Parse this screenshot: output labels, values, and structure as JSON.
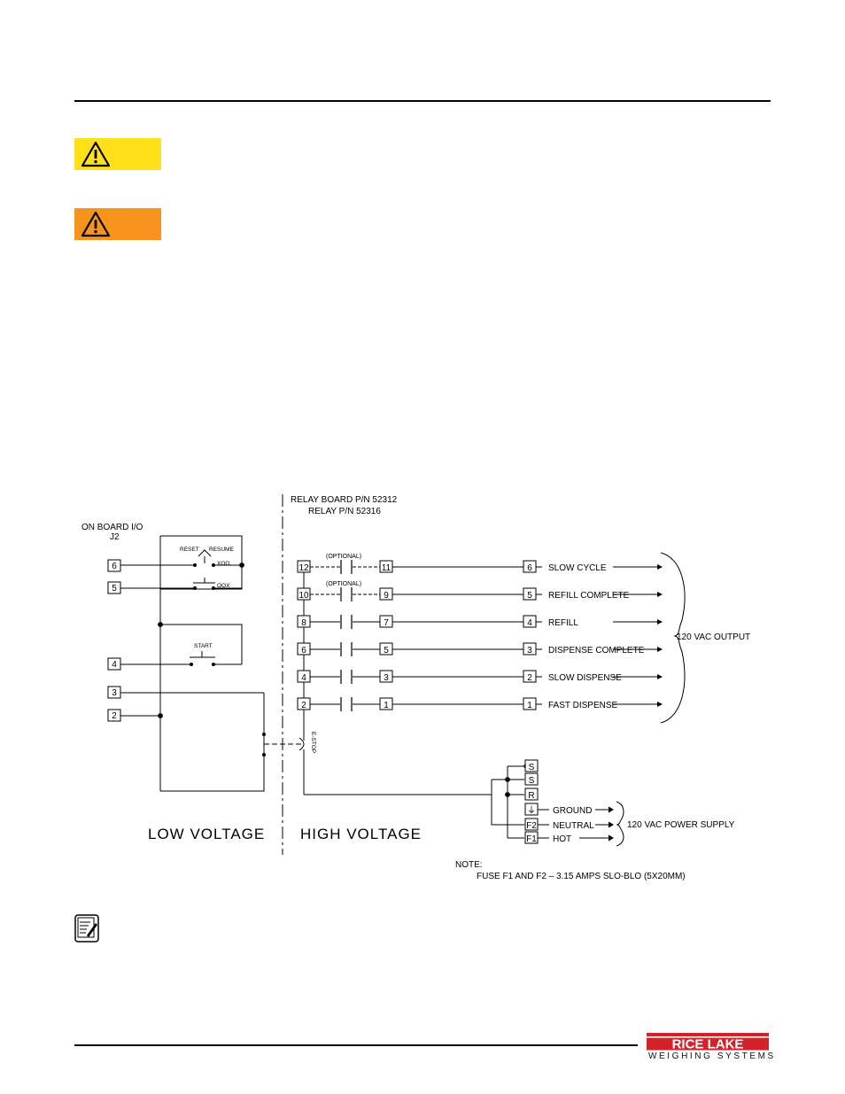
{
  "diagram": {
    "relay_board_label": "RELAY BOARD P/N 52312",
    "relay_label": "RELAY P/N 52316",
    "onboard_label": "ON BOARD I/O",
    "j2_label": "J2",
    "reset": "RESET",
    "resume": "RESUME",
    "start": "START",
    "xoo": "XOO",
    "oox": "OOX",
    "estop": "E-STOP",
    "optional": "(OPTIONAL)",
    "low_voltage": "LOW VOLTAGE",
    "high_voltage": "HIGH VOLTAGE",
    "j2_pins": [
      "6",
      "5",
      "4",
      "3",
      "2"
    ],
    "relay_rows": [
      {
        "left": "12",
        "right": "11",
        "out": "6",
        "label": "SLOW CYCLE",
        "optional": true
      },
      {
        "left": "10",
        "right": "9",
        "out": "5",
        "label": "REFILL COMPLETE",
        "optional": true
      },
      {
        "left": "8",
        "right": "7",
        "out": "4",
        "label": "REFILL",
        "optional": false
      },
      {
        "left": "6",
        "right": "5",
        "out": "3",
        "label": "DISPENSE COMPLETE",
        "optional": false
      },
      {
        "left": "4",
        "right": "3",
        "out": "2",
        "label": "SLOW DISPENSE",
        "optional": false
      },
      {
        "left": "2",
        "right": "1",
        "out": "1",
        "label": "FAST DISPENSE",
        "optional": false
      }
    ],
    "output_label": "120 VAC OUTPUT",
    "power_terminals": [
      "S",
      "S",
      "R",
      "⏚",
      "F2",
      "F1"
    ],
    "power_lines": [
      "GROUND",
      "NEUTRAL",
      "HOT"
    ],
    "power_label": "120 VAC POWER SUPPLY",
    "note_title": "NOTE:",
    "note_text": "FUSE F1 AND F2 – 3.15 AMPS SLO-BLO (5X20MM)"
  },
  "footer": {
    "brand": "RICE LAKE",
    "tagline": "WEIGHING SYSTEMS",
    "brand_color": "#d2232a"
  },
  "icons": {
    "caution_color": "#ffe01a",
    "warning_color": "#f7941d"
  }
}
